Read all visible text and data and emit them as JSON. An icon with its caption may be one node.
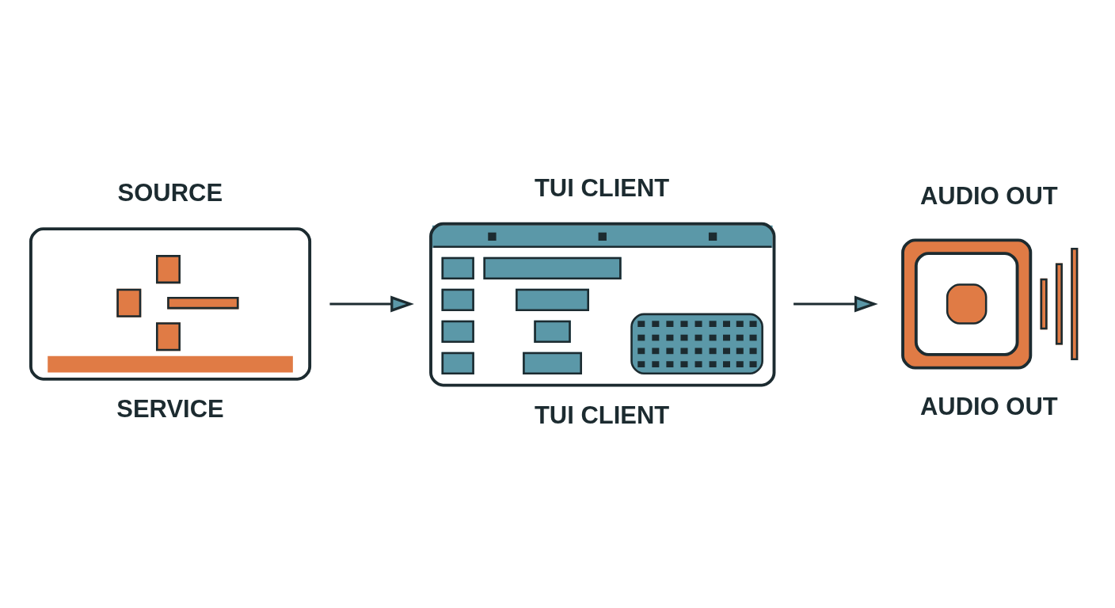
{
  "diagram": {
    "nodes": [
      {
        "text": [
          "SOURCE",
          "SERVICE"
        ]
      },
      {
        "text": [
          "TUI CLIENT",
          "TUI CLIENT"
        ]
      },
      {
        "text": [
          "AUDIO OUT",
          "AUDIO OUT"
        ]
      }
    ],
    "edges": [
      {
        "from": 0,
        "to": 1,
        "arrow": "to"
      },
      {
        "from": 1,
        "to": 2,
        "arrow": "to"
      }
    ]
  }
}
